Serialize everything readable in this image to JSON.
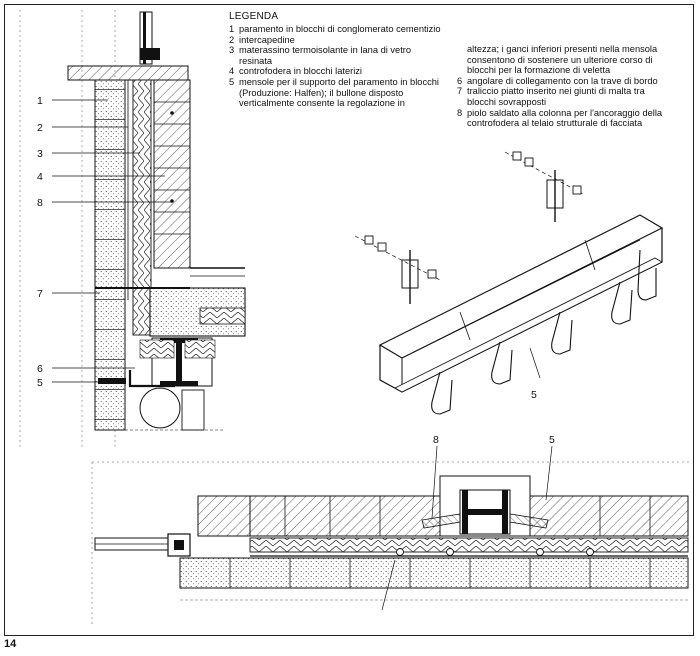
{
  "figure_number": "14",
  "legend": {
    "title": "LEGENDA",
    "items": [
      {
        "n": "1",
        "text": "paramento in blocchi di conglomerato cementizio"
      },
      {
        "n": "2",
        "text": "intercapedine"
      },
      {
        "n": "3",
        "text": "materassino termoisolante in lana di vetro resinata"
      },
      {
        "n": "4",
        "text": "controfodera in blocchi laterizi"
      },
      {
        "n": "5",
        "text": "mensole per il supporto del paramento in blocchi (Produzione: Halfen); il bullone disposto verticalmente consente la regolazione in"
      },
      {
        "n": "",
        "text": "altezza; i ganci inferiori presenti nella mensola consentono di sostenere un ulteriore corso di blocchi per la formazione di veletta"
      },
      {
        "n": "6",
        "text": "angolare di collegamento con la trave di bordo"
      },
      {
        "n": "7",
        "text": "traliccio piatto inserito nei giunti di malta tra blocchi sovrapposti"
      },
      {
        "n": "8",
        "text": "piolo saldato alla colonna per l'ancoraggio della controfodera al telaio strutturale di facciata"
      }
    ]
  },
  "section_labels": [
    "1",
    "2",
    "3",
    "4",
    "8",
    "7",
    "6",
    "5"
  ],
  "iso_label": "5",
  "plan_labels": [
    "8",
    "5"
  ]
}
